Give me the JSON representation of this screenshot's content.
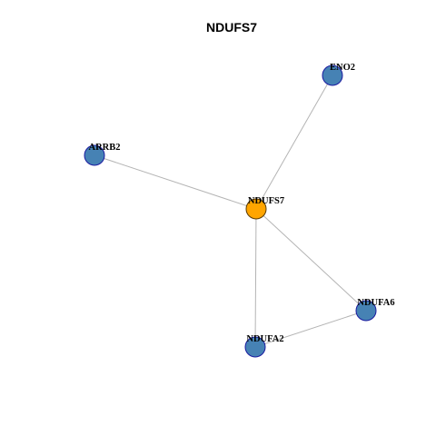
{
  "diagram": {
    "title": "NDUFS7",
    "nodes": [
      {
        "id": "ENO2",
        "label": "ENO2",
        "role": "neighbor"
      },
      {
        "id": "ARRB2",
        "label": "ARRB2",
        "role": "neighbor"
      },
      {
        "id": "NDUFS7",
        "label": "NDUFS7",
        "role": "hub"
      },
      {
        "id": "NDUFA6",
        "label": "NDUFA6",
        "role": "neighbor"
      },
      {
        "id": "NDUFA2",
        "label": "NDUFA2",
        "role": "neighbor"
      }
    ],
    "edges": [
      {
        "source": "NDUFS7",
        "target": "ENO2"
      },
      {
        "source": "NDUFS7",
        "target": "ARRB2"
      },
      {
        "source": "NDUFS7",
        "target": "NDUFA6"
      },
      {
        "source": "NDUFS7",
        "target": "NDUFA2"
      },
      {
        "source": "NDUFA6",
        "target": "NDUFA2"
      }
    ],
    "colors": {
      "hub_fill": "#FFA500",
      "neighbor_fill": "#4682B4",
      "node_stroke": "#1a1aa0",
      "edge": "#b4b4b4"
    }
  }
}
